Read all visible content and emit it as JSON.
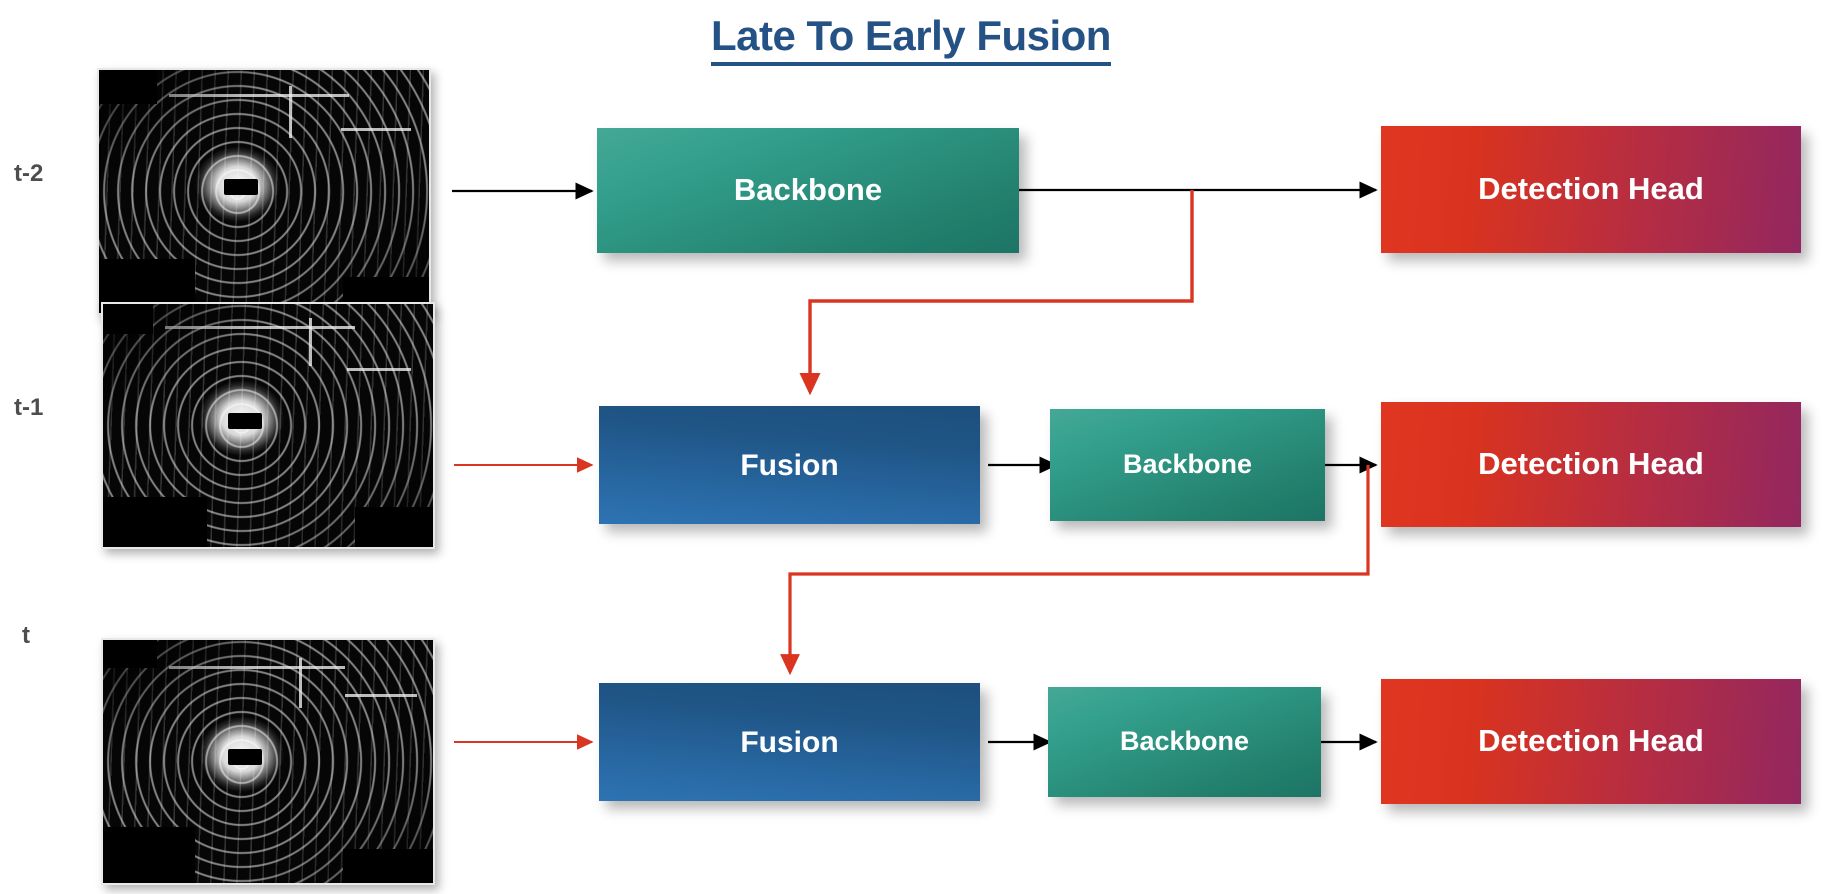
{
  "title": {
    "text": "Late To Early Fusion",
    "color": "#245284"
  },
  "palette": {
    "backbone": "#2a8d79",
    "fusion": "#235a90",
    "detection_head_left": "#e03621",
    "detection_head_right": "#93275f",
    "arrow_black": "#000000",
    "arrow_red": "#d93521",
    "label_gray": "#4d4d4d",
    "background": "#ffffff"
  },
  "rows": [
    {
      "time_label": "t-2",
      "frame_name": "lidar-point-cloud-frame-t-2",
      "nodes": [
        {
          "label": "Backbone",
          "type": "backbone"
        },
        {
          "label": "Detection Head",
          "type": "dethead"
        }
      ]
    },
    {
      "time_label": "t-1",
      "frame_name": "lidar-point-cloud-frame-t-1",
      "nodes": [
        {
          "label": "Fusion",
          "type": "fusion"
        },
        {
          "label": "Backbone",
          "type": "backbone"
        },
        {
          "label": "Detection Head",
          "type": "dethead"
        }
      ]
    },
    {
      "time_label": "t",
      "frame_name": "lidar-point-cloud-frame-t",
      "nodes": [
        {
          "label": "Fusion",
          "type": "fusion"
        },
        {
          "label": "Backbone",
          "type": "backbone"
        },
        {
          "label": "Detection Head",
          "type": "dethead"
        }
      ]
    }
  ],
  "connections": [
    {
      "name": "input-to-backbone-t-2",
      "color": "#000000"
    },
    {
      "name": "backbone-to-detection-head-t-2",
      "color": "#000000"
    },
    {
      "name": "backbone-t-2-feedback-to-fusion-t-1",
      "color": "#d93521"
    },
    {
      "name": "input-to-fusion-t-1",
      "color": "#d93521"
    },
    {
      "name": "fusion-to-backbone-t-1",
      "color": "#000000"
    },
    {
      "name": "backbone-to-detection-head-t-1",
      "color": "#000000"
    },
    {
      "name": "backbone-t-1-feedback-to-fusion-t",
      "color": "#d93521"
    },
    {
      "name": "input-to-fusion-t",
      "color": "#d93521"
    },
    {
      "name": "fusion-to-backbone-t",
      "color": "#000000"
    },
    {
      "name": "backbone-to-detection-head-t",
      "color": "#000000"
    }
  ]
}
